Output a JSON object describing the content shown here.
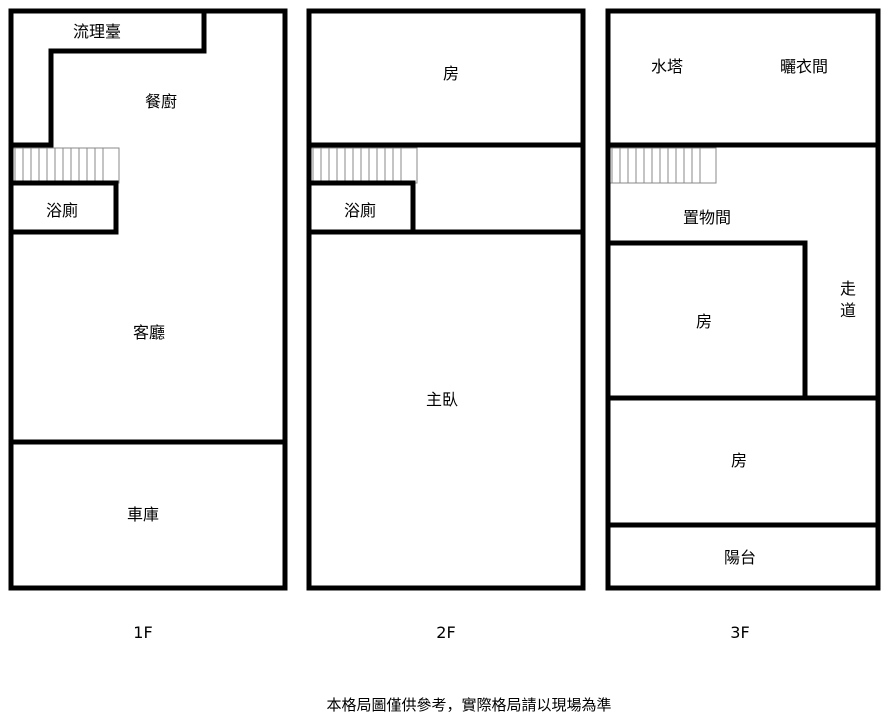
{
  "floors": [
    {
      "label": "1F",
      "rooms": {
        "sink": "流理臺",
        "kitchen": "餐廚",
        "bath": "浴廁",
        "living": "客廳",
        "garage": "車庫"
      }
    },
    {
      "label": "2F",
      "rooms": {
        "room": "房",
        "bath": "浴廁",
        "master": "主臥"
      }
    },
    {
      "label": "3F",
      "rooms": {
        "water_tower": "水塔",
        "drying_room": "曬衣間",
        "storage": "置物間",
        "corridor": "走道",
        "room_a": "房",
        "room_b": "房",
        "balcony": "陽台"
      }
    }
  ],
  "footer_note": "本格局圖僅供參考，實際格局請以現場為準"
}
